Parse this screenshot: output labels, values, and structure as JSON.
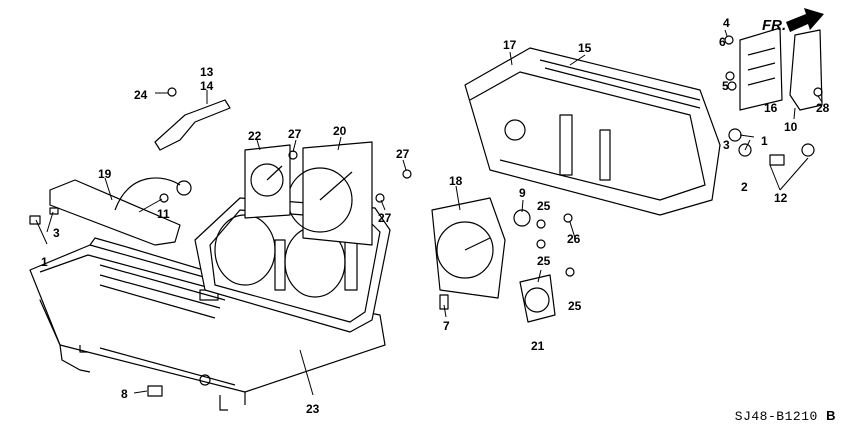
{
  "diagram": {
    "direction_label": "FR.",
    "reference_code": "SJ48-B1210",
    "reference_suffix": "B",
    "part_numbers": [
      "1",
      "1",
      "2",
      "3",
      "3",
      "3",
      "4",
      "5",
      "6",
      "7",
      "8",
      "9",
      "10",
      "11",
      "12",
      "13",
      "14",
      "15",
      "16",
      "17",
      "18",
      "19",
      "20",
      "21",
      "22",
      "23",
      "24",
      "25",
      "25",
      "25",
      "26",
      "27",
      "27",
      "27",
      "28"
    ]
  }
}
